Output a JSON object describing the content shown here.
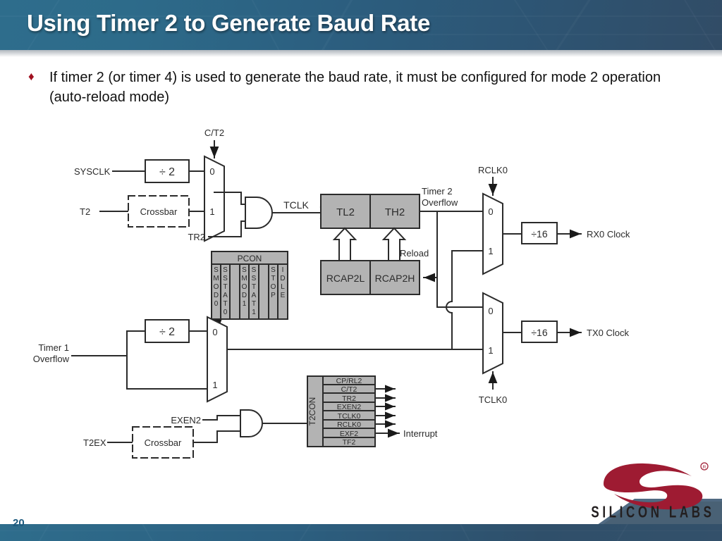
{
  "slide": {
    "title": "Using Timer 2 to Generate Baud Rate",
    "page_number": "20",
    "bullet_marker": "♦",
    "bullet_text": "If timer 2 (or timer 4) is used to generate the baud rate, it must be configured for mode 2 operation (auto-reload mode)",
    "brand_name": "SILICON LABS",
    "colors": {
      "header_start": "#2e6d8c",
      "header_end": "#314c66",
      "bullet_red": "#a01020",
      "logo_red": "#9e1b32",
      "page_num_blue": "#1d5a7e",
      "register_fill": "#b3b3b3",
      "block_fill": "#b3b3b3"
    }
  },
  "diagram": {
    "labels": {
      "sysclk": "SYSCLK",
      "t2": "T2",
      "crossbar_top": "Crossbar",
      "div2_top": "÷ 2",
      "ct2": "C/T2",
      "tr2": "TR2",
      "tclk": "TCLK",
      "mux_top_0": "0",
      "mux_top_1": "1",
      "tl2": "TL2",
      "th2": "TH2",
      "rcap2l": "RCAP2L",
      "rcap2h": "RCAP2H",
      "timer2_overflow_l1": "Timer 2",
      "timer2_overflow_l2": "Overflow",
      "reload": "Reload",
      "rclk0": "RCLK0",
      "tclk0": "TCLK0",
      "div16_rx": "÷16",
      "div16_tx": "÷16",
      "rx0_clock": "RX0 Clock",
      "tx0_clock": "TX0 Clock",
      "mux_rx_0": "0",
      "mux_rx_1": "1",
      "mux_tx_0": "0",
      "mux_tx_1": "1",
      "timer1_overflow_l1": "Timer 1",
      "timer1_overflow_l2": "Overflow",
      "div2_bottom": "÷ 2",
      "mux_t1_0": "0",
      "mux_t1_1": "1",
      "t2ex": "T2EX",
      "crossbar_bottom": "Crossbar",
      "exen2": "EXEN2",
      "interrupt": "Interrupt"
    },
    "pcon": {
      "title": "PCON",
      "bits": [
        "SMOD0",
        "SSTAT0",
        "",
        "SMOD1",
        "SSTAT1",
        "",
        "STOP",
        "IDLE"
      ]
    },
    "t2con": {
      "title": "T2CON",
      "bits": [
        "CP/RL2",
        "C/T2",
        "TR2",
        "EXEN2",
        "TCLK0",
        "RCLK0",
        "EXF2",
        "TF2"
      ]
    }
  }
}
